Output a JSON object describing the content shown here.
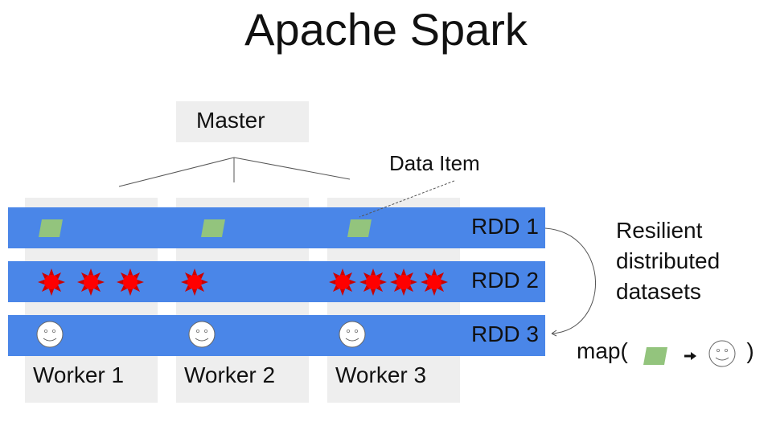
{
  "title": "Apache Spark",
  "master": {
    "label": "Master"
  },
  "workers": [
    {
      "label": "Worker 1"
    },
    {
      "label": "Worker 2"
    },
    {
      "label": "Worker 3"
    }
  ],
  "rdds": [
    {
      "label": "RDD 1",
      "item_icon": "parallelogram-icon",
      "counts_per_worker": [
        1,
        1,
        1
      ]
    },
    {
      "label": "RDD 2",
      "item_icon": "sun-icon",
      "counts_per_worker": [
        3,
        1,
        4
      ]
    },
    {
      "label": "RDD 3",
      "item_icon": "smiley-icon",
      "counts_per_worker": [
        1,
        1,
        1
      ]
    }
  ],
  "annotations": {
    "data_item": "Data Item",
    "side_text": [
      "Resilient",
      "distributed",
      "datasets"
    ],
    "map_prefix": "map(",
    "map_suffix": ")",
    "map_arrow_icon": "arrow-right-icon"
  },
  "colors": {
    "rdd_band": "#4a86e8",
    "box_bg": "#eeeeee",
    "data_item": "#93c47d",
    "sun": "#ff0000",
    "sun_rays": "#cc0000"
  }
}
